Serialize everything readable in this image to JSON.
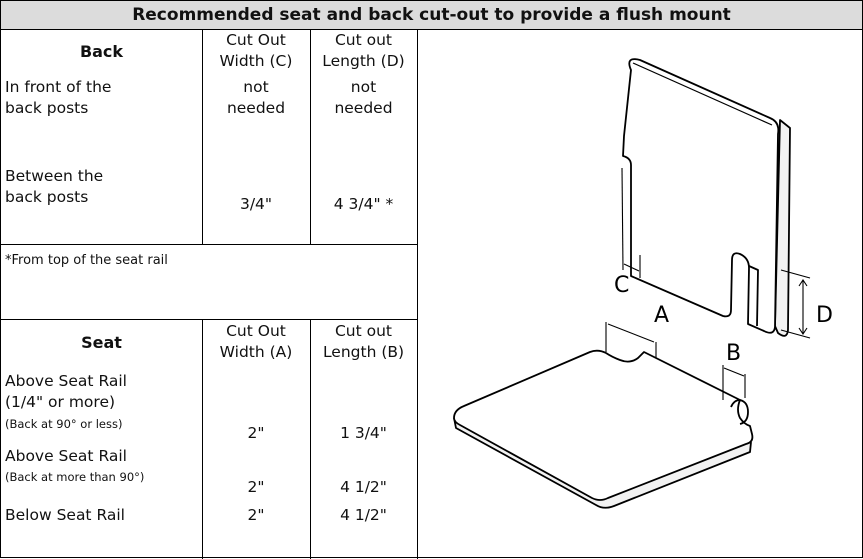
{
  "title": "Recommended seat and back cut-out to provide a flush mount",
  "back_table": {
    "header": {
      "label": "Back",
      "width": [
        "Cut Out",
        "Width (C)"
      ],
      "length": [
        "Cut out",
        "Length (D)"
      ]
    },
    "rows": [
      {
        "label": [
          "In front of the",
          "back posts"
        ],
        "width": [
          "not",
          "needed"
        ],
        "length": [
          "not",
          "needed"
        ]
      },
      {
        "label": [
          "Between the",
          "back posts"
        ],
        "width": "3/4\"",
        "length": "4 3/4\" *"
      }
    ],
    "footnote": "*From top of the seat rail"
  },
  "seat_table": {
    "header": {
      "label": "Seat",
      "width": [
        "Cut Out",
        "Width (A)"
      ],
      "length": [
        "Cut out",
        "Length (B)"
      ]
    },
    "rows": [
      {
        "label": [
          "Above Seat Rail",
          "(1/4\" or more)"
        ],
        "note": "(Back at 90° or less)",
        "width": "2\"",
        "length": "1 3/4\""
      },
      {
        "label": [
          "Above Seat Rail"
        ],
        "note": "(Back at more than 90°)",
        "width": "2\"",
        "length": "4 1/2\""
      },
      {
        "label": [
          "Below Seat Rail"
        ],
        "width": "2\"",
        "length": "4 1/2\""
      }
    ]
  },
  "diagram": {
    "labels": {
      "a": "A",
      "b": "B",
      "c": "C",
      "d": "D"
    }
  }
}
